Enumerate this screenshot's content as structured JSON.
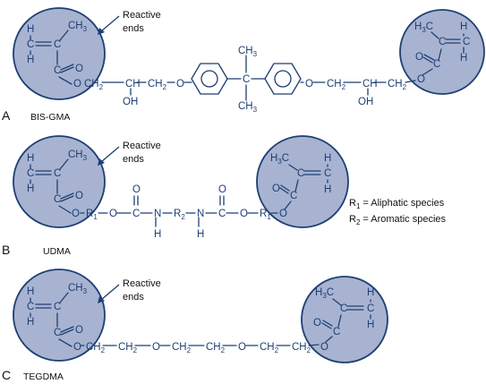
{
  "reactive_ends_label": [
    "Reactive",
    "ends"
  ],
  "atoms": {
    "H": "H",
    "C": "C",
    "O": "O",
    "N": "N",
    "OH": "OH",
    "CH3": "CH",
    "CH2": "CH",
    "H3C": "H",
    "sub3_pre_C": "C",
    "sub2": "2",
    "sub3": "3",
    "sub1": "1",
    "R": "R"
  },
  "panels": [
    {
      "letter": "A",
      "name": "BIS-GMA"
    },
    {
      "letter": "B",
      "name": "UDMA"
    },
    {
      "letter": "C",
      "name": "TEGDMA"
    }
  ],
  "legend": {
    "r1": {
      "symbol": "R",
      "sub": "1",
      "text": "= Aliphatic species"
    },
    "r2": {
      "symbol": "R",
      "sub": "2",
      "text": "= Aromatic species"
    }
  },
  "colors": {
    "circle_fill": "#a8b3d1",
    "ink": "#1d3f73"
  }
}
